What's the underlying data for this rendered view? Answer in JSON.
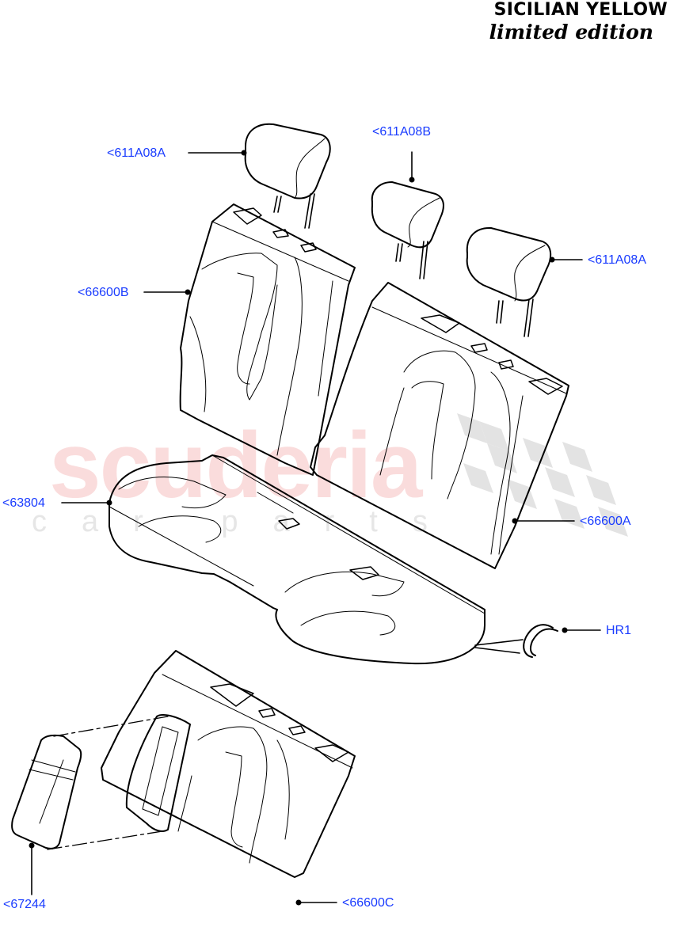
{
  "header": {
    "title": "SICILIAN YELLOW",
    "subtitle": "limited edition"
  },
  "watermark": {
    "brand": "scuderia",
    "tagline": "car parts",
    "brand_color": "#fadcdc",
    "tagline_color": "#e6e6e6"
  },
  "diagram": {
    "line_color": "#000000",
    "label_color": "#1a3cff",
    "parts": [
      {
        "id": "head-restraint-left",
        "label": "<611A08A"
      },
      {
        "id": "head-restraint-centre",
        "label": "<611A08B"
      },
      {
        "id": "head-restraint-right",
        "label": "<611A08A"
      },
      {
        "id": "seat-back-cover-left",
        "label": "<66600B"
      },
      {
        "id": "seat-cushion-cover",
        "label": "<63804"
      },
      {
        "id": "seat-back-cover-right",
        "label": "<66600A"
      },
      {
        "id": "hog-ring",
        "label": "HR1"
      },
      {
        "id": "armrest-cover",
        "label": "<67244"
      },
      {
        "id": "seat-back-cover-centre",
        "label": "<66600C"
      }
    ]
  }
}
